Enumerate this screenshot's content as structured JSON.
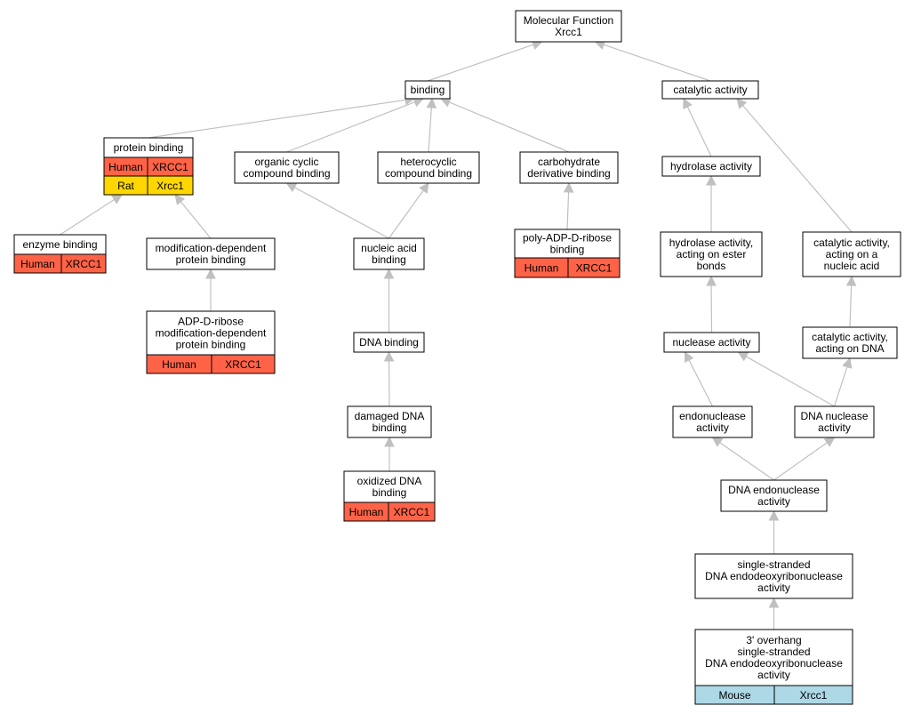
{
  "nodes": [
    {
      "id": "mf",
      "lines": [
        "Molecular Function",
        "Xrcc1"
      ]
    },
    {
      "id": "binding",
      "lines": [
        "binding"
      ]
    },
    {
      "id": "catalytic",
      "lines": [
        "catalytic activity"
      ]
    },
    {
      "id": "protein_binding",
      "lines": [
        "protein binding"
      ],
      "annotations": [
        {
          "species": "Human",
          "gene": "XRCC1"
        },
        {
          "species": "Rat",
          "gene": "Xrcc1"
        }
      ]
    },
    {
      "id": "organic_cyclic",
      "lines": [
        "organic cyclic",
        "compound binding"
      ]
    },
    {
      "id": "heterocyclic",
      "lines": [
        "heterocyclic",
        "compound binding"
      ]
    },
    {
      "id": "carbohydrate",
      "lines": [
        "carbohydrate",
        "derivative binding"
      ]
    },
    {
      "id": "hydrolase",
      "lines": [
        "hydrolase activity"
      ]
    },
    {
      "id": "enzyme_binding",
      "lines": [
        "enzyme binding"
      ],
      "annotations": [
        {
          "species": "Human",
          "gene": "XRCC1"
        }
      ]
    },
    {
      "id": "mod_dep",
      "lines": [
        "modification-dependent",
        "protein binding"
      ]
    },
    {
      "id": "nucleic_acid",
      "lines": [
        "nucleic acid",
        "binding"
      ]
    },
    {
      "id": "polyadp",
      "lines": [
        "poly-ADP-D-ribose",
        "binding"
      ],
      "annotations": [
        {
          "species": "Human",
          "gene": "XRCC1"
        }
      ]
    },
    {
      "id": "hydrolase_ester",
      "lines": [
        "hydrolase activity,",
        "acting on ester",
        "bonds"
      ]
    },
    {
      "id": "cat_nucleic",
      "lines": [
        "catalytic activity,",
        "acting on a",
        "nucleic acid"
      ]
    },
    {
      "id": "adp_ribose",
      "lines": [
        "ADP-D-ribose",
        "modification-dependent",
        "protein binding"
      ],
      "annotations": [
        {
          "species": "Human",
          "gene": "XRCC1"
        }
      ]
    },
    {
      "id": "dna_binding",
      "lines": [
        "DNA binding"
      ]
    },
    {
      "id": "nuclease",
      "lines": [
        "nuclease activity"
      ]
    },
    {
      "id": "cat_dna",
      "lines": [
        "catalytic activity,",
        "acting on DNA"
      ]
    },
    {
      "id": "damaged_dna",
      "lines": [
        "damaged DNA",
        "binding"
      ]
    },
    {
      "id": "endonuclease",
      "lines": [
        "endonuclease",
        "activity"
      ]
    },
    {
      "id": "dna_nuclease",
      "lines": [
        "DNA nuclease",
        "activity"
      ]
    },
    {
      "id": "oxidized_dna",
      "lines": [
        "oxidized DNA",
        "binding"
      ],
      "annotations": [
        {
          "species": "Human",
          "gene": "XRCC1"
        }
      ]
    },
    {
      "id": "dna_endonuclease",
      "lines": [
        "DNA endonuclease",
        "activity"
      ]
    },
    {
      "id": "ss_dna_endo",
      "lines": [
        "single-stranded",
        "DNA endodeoxyribonuclease",
        "activity"
      ]
    },
    {
      "id": "overhang",
      "lines": [
        "3' overhang",
        "single-stranded",
        "DNA endodeoxyribonuclease",
        "activity"
      ],
      "annotations": [
        {
          "species": "Mouse",
          "gene": "Xrcc1"
        }
      ]
    }
  ],
  "edges": [
    {
      "from": "binding",
      "to": "mf"
    },
    {
      "from": "catalytic",
      "to": "mf"
    },
    {
      "from": "protein_binding",
      "to": "binding"
    },
    {
      "from": "organic_cyclic",
      "to": "binding"
    },
    {
      "from": "heterocyclic",
      "to": "binding"
    },
    {
      "from": "carbohydrate",
      "to": "binding"
    },
    {
      "from": "hydrolase",
      "to": "catalytic"
    },
    {
      "from": "cat_nucleic",
      "to": "catalytic"
    },
    {
      "from": "enzyme_binding",
      "to": "protein_binding"
    },
    {
      "from": "mod_dep",
      "to": "protein_binding"
    },
    {
      "from": "nucleic_acid",
      "to": "organic_cyclic"
    },
    {
      "from": "nucleic_acid",
      "to": "heterocyclic"
    },
    {
      "from": "polyadp",
      "to": "carbohydrate"
    },
    {
      "from": "hydrolase_ester",
      "to": "hydrolase"
    },
    {
      "from": "adp_ribose",
      "to": "mod_dep"
    },
    {
      "from": "dna_binding",
      "to": "nucleic_acid"
    },
    {
      "from": "damaged_dna",
      "to": "dna_binding"
    },
    {
      "from": "oxidized_dna",
      "to": "damaged_dna"
    },
    {
      "from": "nuclease",
      "to": "hydrolase_ester"
    },
    {
      "from": "cat_dna",
      "to": "cat_nucleic"
    },
    {
      "from": "endonuclease",
      "to": "nuclease"
    },
    {
      "from": "dna_nuclease",
      "to": "nuclease"
    },
    {
      "from": "dna_nuclease",
      "to": "cat_dna"
    },
    {
      "from": "dna_endonuclease",
      "to": "endonuclease"
    },
    {
      "from": "dna_endonuclease",
      "to": "dna_nuclease"
    },
    {
      "from": "ss_dna_endo",
      "to": "dna_endonuclease"
    },
    {
      "from": "overhang",
      "to": "ss_dna_endo"
    }
  ],
  "species_colors": {
    "Human": "#ff6347",
    "Rat": "#ffd700",
    "Mouse": "#add8e6"
  },
  "colors": {
    "edge": "#c0c0c0",
    "node_border": "#000000",
    "node_fill": "#ffffff"
  }
}
